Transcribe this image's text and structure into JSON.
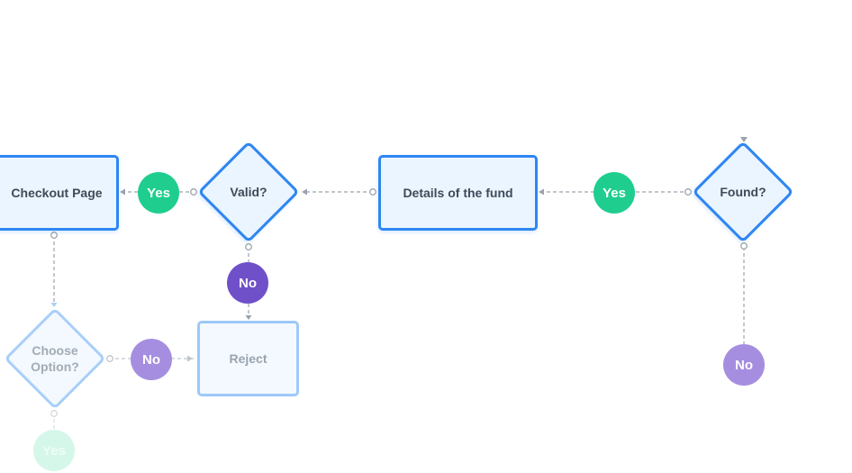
{
  "nodes": {
    "checkout_page": "Checkout Page",
    "valid": "Valid?",
    "details_fund": "Details of the fund",
    "found": "Found?",
    "choose_option": "Choose Option?",
    "reject": "Reject"
  },
  "badges": {
    "yes_checkout": "Yes",
    "yes_details": "Yes",
    "no_valid": "No",
    "no_choose": "No",
    "no_found": "No",
    "yes_choose": "Yes"
  },
  "colors": {
    "node_border": "#2e86f2",
    "node_fill": "#eaf5ff",
    "yes_badge": "#1fce8f",
    "no_badge": "#7050c9",
    "no_badge_light": "#a58ee0",
    "connector": "#9aa3ad"
  }
}
